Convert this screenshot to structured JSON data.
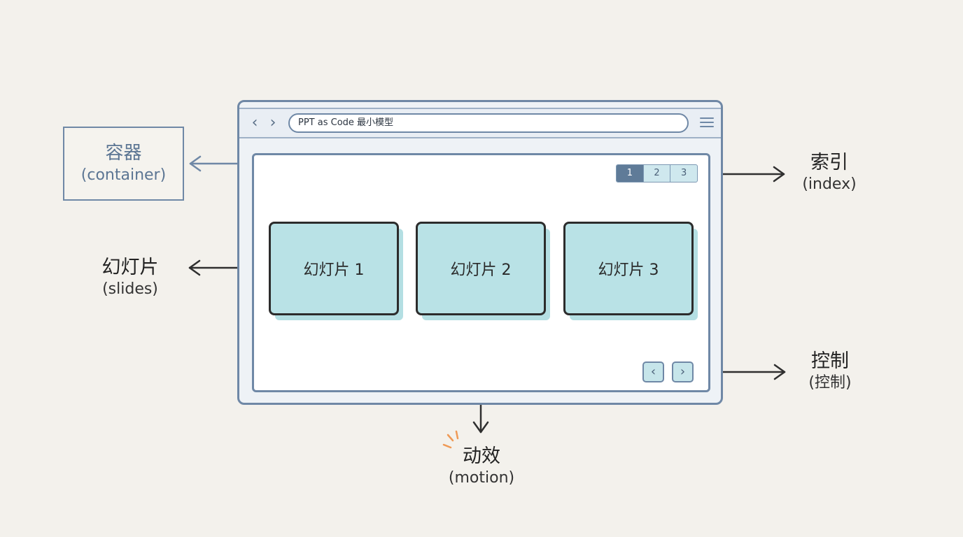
{
  "address_bar": {
    "text": "PPT as Code 最小模型"
  },
  "icons": {
    "back": "chevron-left-icon",
    "forward": "chevron-right-icon",
    "menu": "hamburger-menu-icon",
    "motion": "sparkle-icon"
  },
  "index": {
    "items": [
      "1",
      "2",
      "3"
    ],
    "active": "1"
  },
  "slides": [
    "幻灯片 1",
    "幻灯片 2",
    "幻灯片 3"
  ],
  "controls": {
    "prev_glyph": "‹",
    "next_glyph": "›"
  },
  "annotations": {
    "container": {
      "zh": "容器",
      "en": "(container)"
    },
    "index": {
      "zh": "索引",
      "en": "(index)"
    },
    "slides": {
      "zh": "幻灯片",
      "en": "(slides)"
    },
    "controls": {
      "zh": "控制",
      "en": "(控制)"
    },
    "motion": {
      "zh": "动效",
      "en": "(motion)"
    }
  },
  "colors": {
    "frame": "#6f88a6",
    "slide_fill": "#b9e2e6",
    "accent_orange": "#f0a060",
    "ripple": "#9fd3da",
    "arrow": "#2f2f2f"
  }
}
